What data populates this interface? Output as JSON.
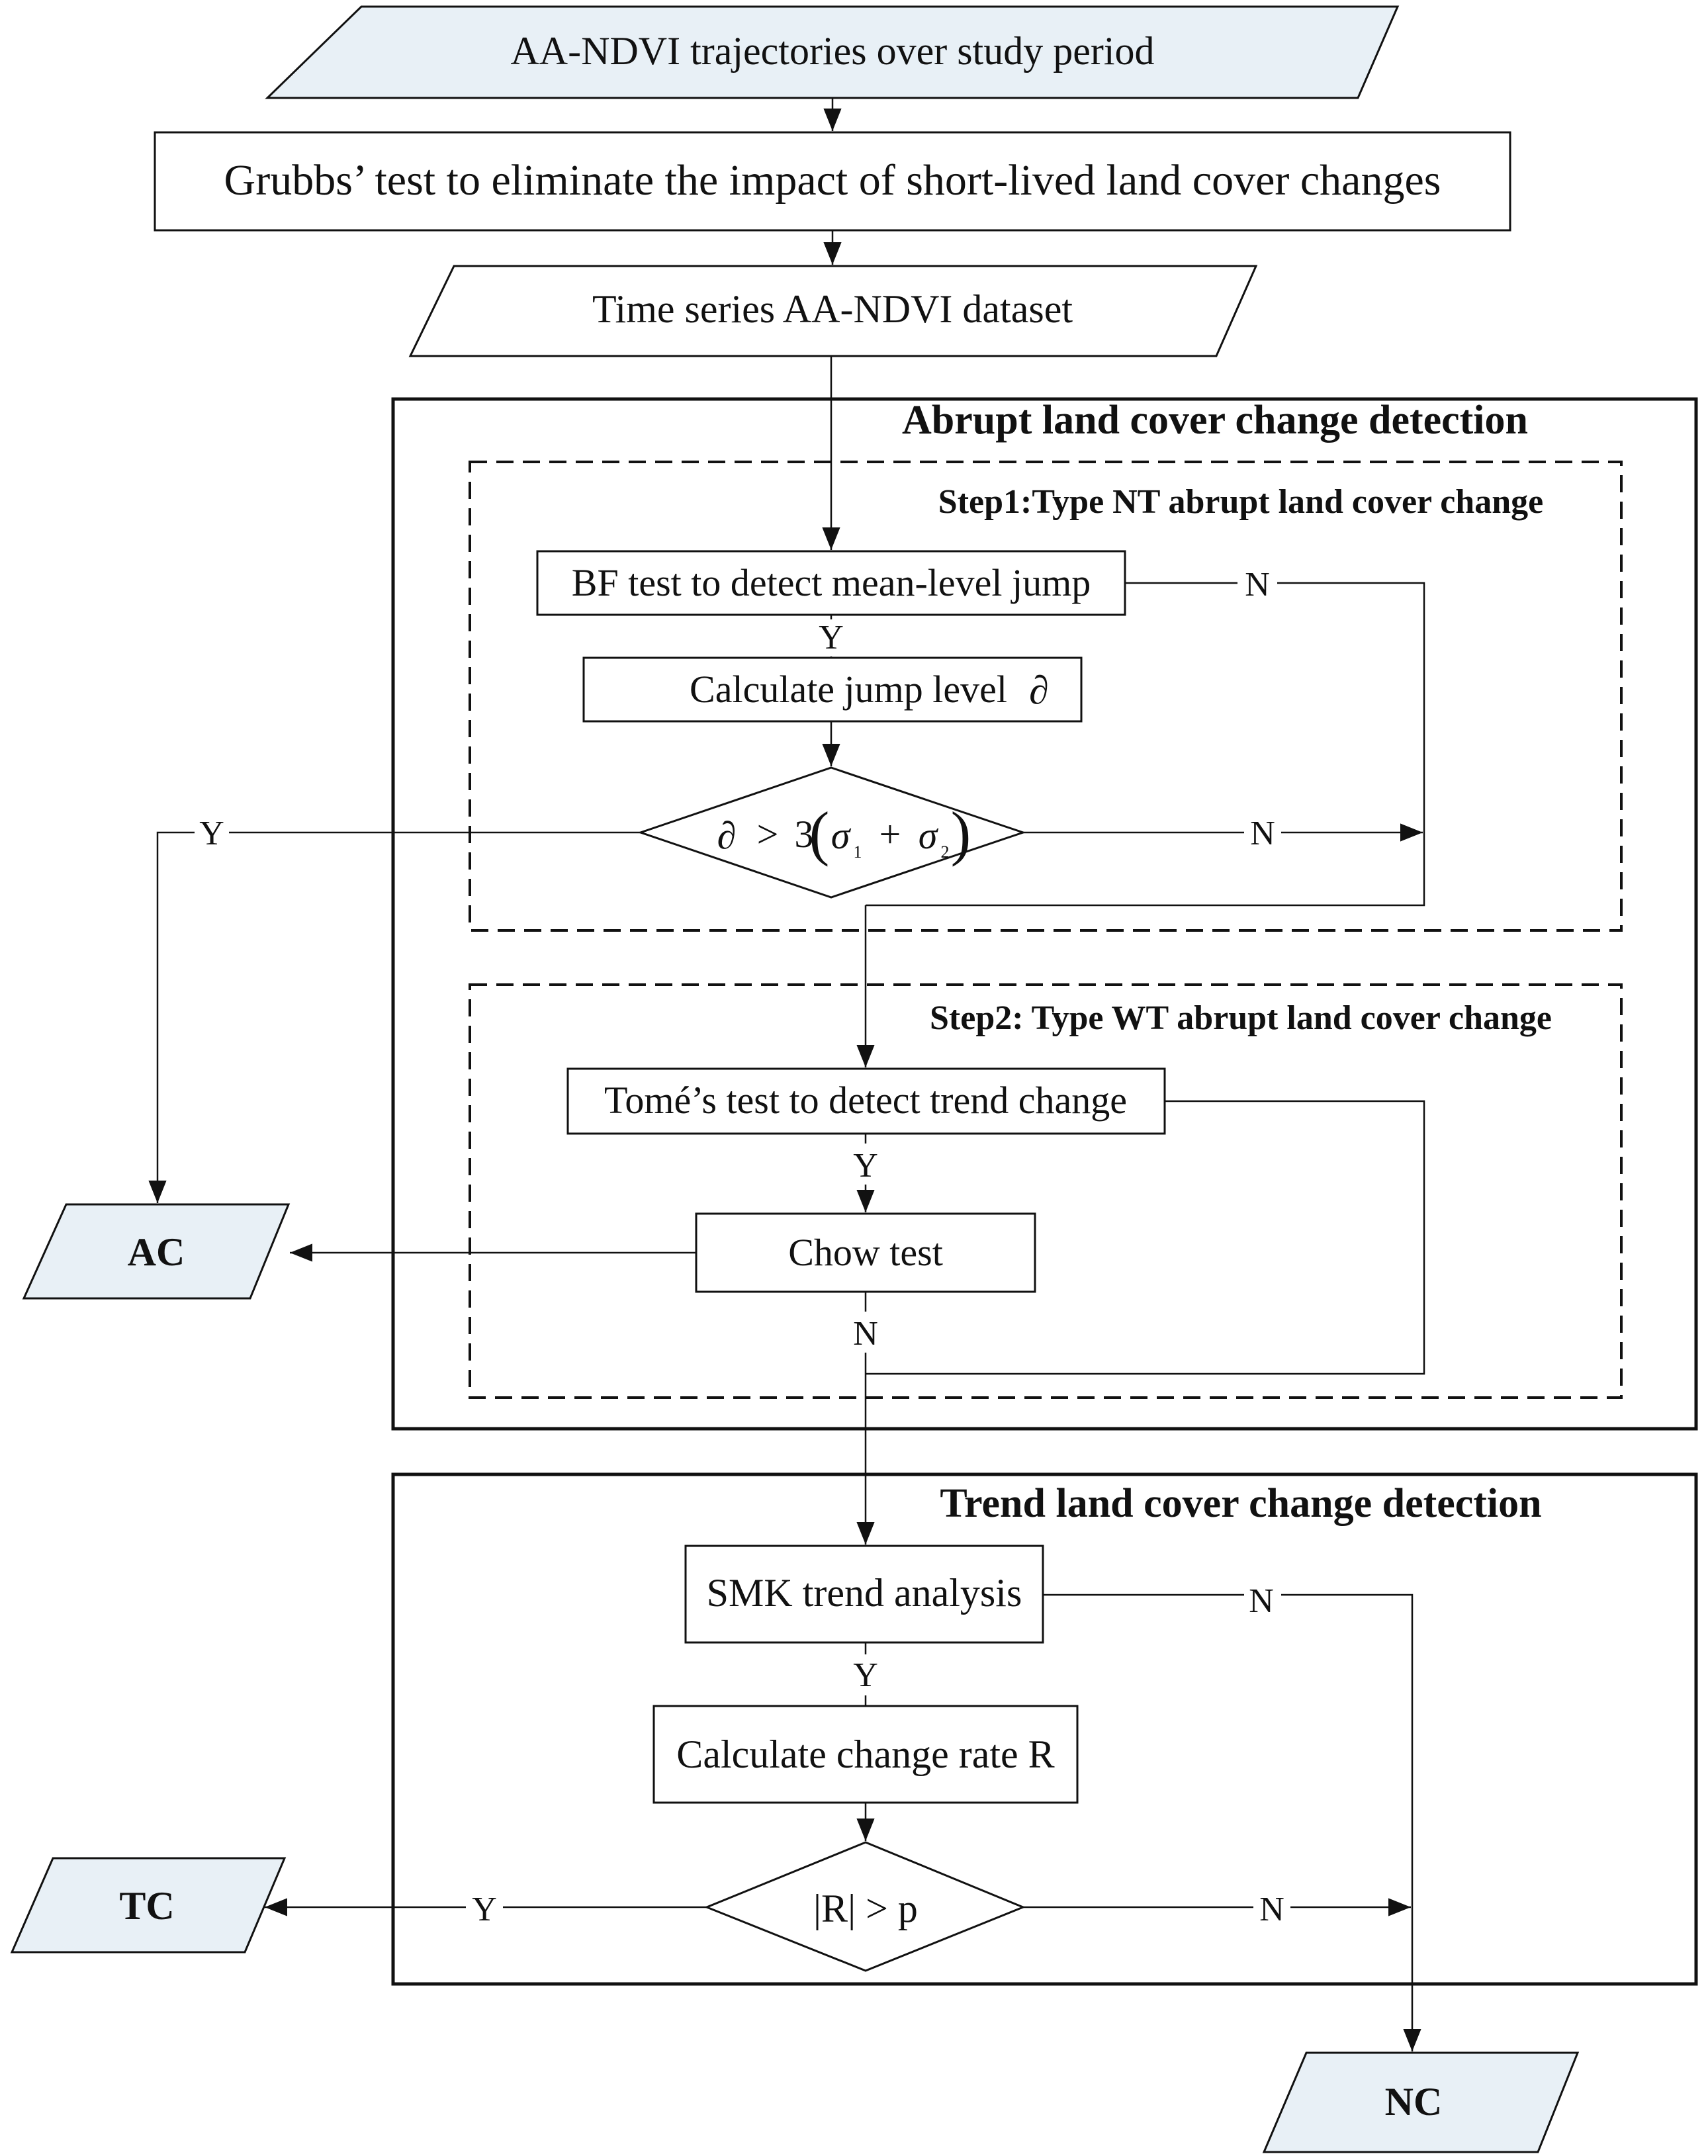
{
  "nodes": {
    "input": "AA-NDVI trajectories over study period",
    "grubbs": "Grubbs’ test to eliminate the impact of short-lived land cover changes",
    "dataset": "Time series AA-NDVI dataset",
    "bf_test": "BF test to detect mean-level jump",
    "jump_level": "Calculate jump level",
    "jump_level_symbol": "∂",
    "jump_condition": {
      "lhs": "∂",
      "op": ">",
      "three": "3",
      "open": "(",
      "sigma1": "σ",
      "sub1": "1",
      "plus": "+",
      "sigma2": "σ",
      "sub2": "2",
      "close": ")"
    },
    "tome_test": "Tomé’s test to detect trend change",
    "chow_test": "Chow test",
    "smk": "SMK trend analysis",
    "change_rate": "Calculate change rate R",
    "rate_condition": "|R| > p",
    "out_ac": "AC",
    "out_tc": "TC",
    "out_nc": "NC"
  },
  "groups": {
    "abrupt_title": "Abrupt land cover change detection",
    "step1_title": "Step1:Type NT abrupt land cover change",
    "step2_title": "Step2: Type WT abrupt land cover change",
    "trend_title": "Trend land cover change detection"
  },
  "edge_labels": {
    "bf_no": "N",
    "bf_yes": "Y",
    "jump_yes": "Y",
    "jump_no": "N",
    "tome_yes": "Y",
    "chow_no": "N",
    "smk_no": "N",
    "smk_yes": "Y",
    "rate_yes": "Y",
    "rate_no": "N"
  },
  "colors": {
    "io_fill": "#e8f0f6",
    "stroke": "#111111"
  }
}
